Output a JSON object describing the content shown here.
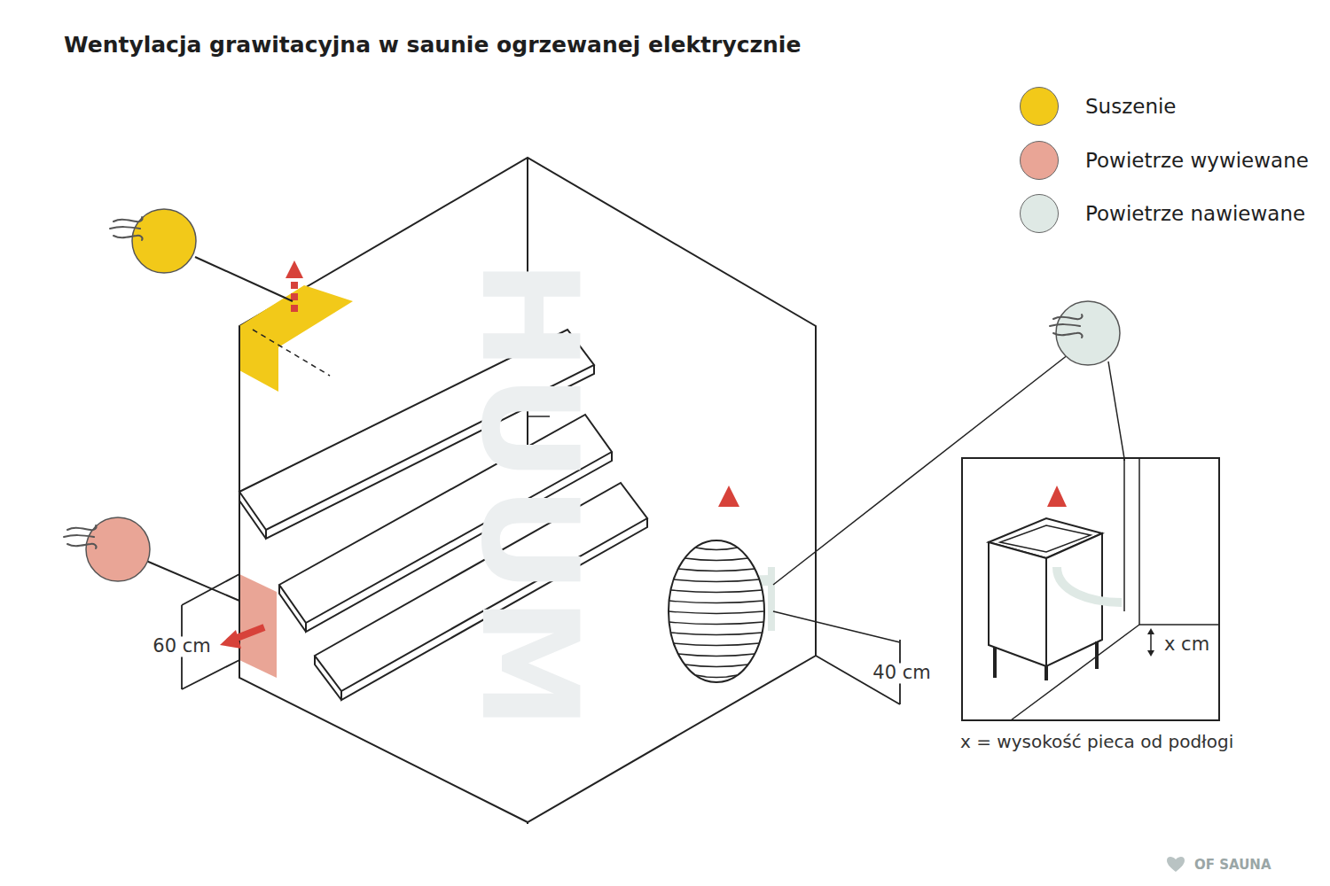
{
  "diagram": {
    "title": "Wentylacja grawitacyjna w saunie ogrzewanej elektrycznie",
    "labels": [
      "HUUM",
      "60 cm",
      "40 cm",
      "x cm",
      "x = wysokość pieca od podłogi",
      "OF SAUNA"
    ],
    "legend": [
      {
        "text": "Suszenie",
        "color": "#f2c919"
      },
      {
        "text": "Powietrze wywiewane",
        "color": "#e9a596"
      },
      {
        "text": "Powietrze nawiewane",
        "color": "#dfe9e5"
      }
    ]
  }
}
